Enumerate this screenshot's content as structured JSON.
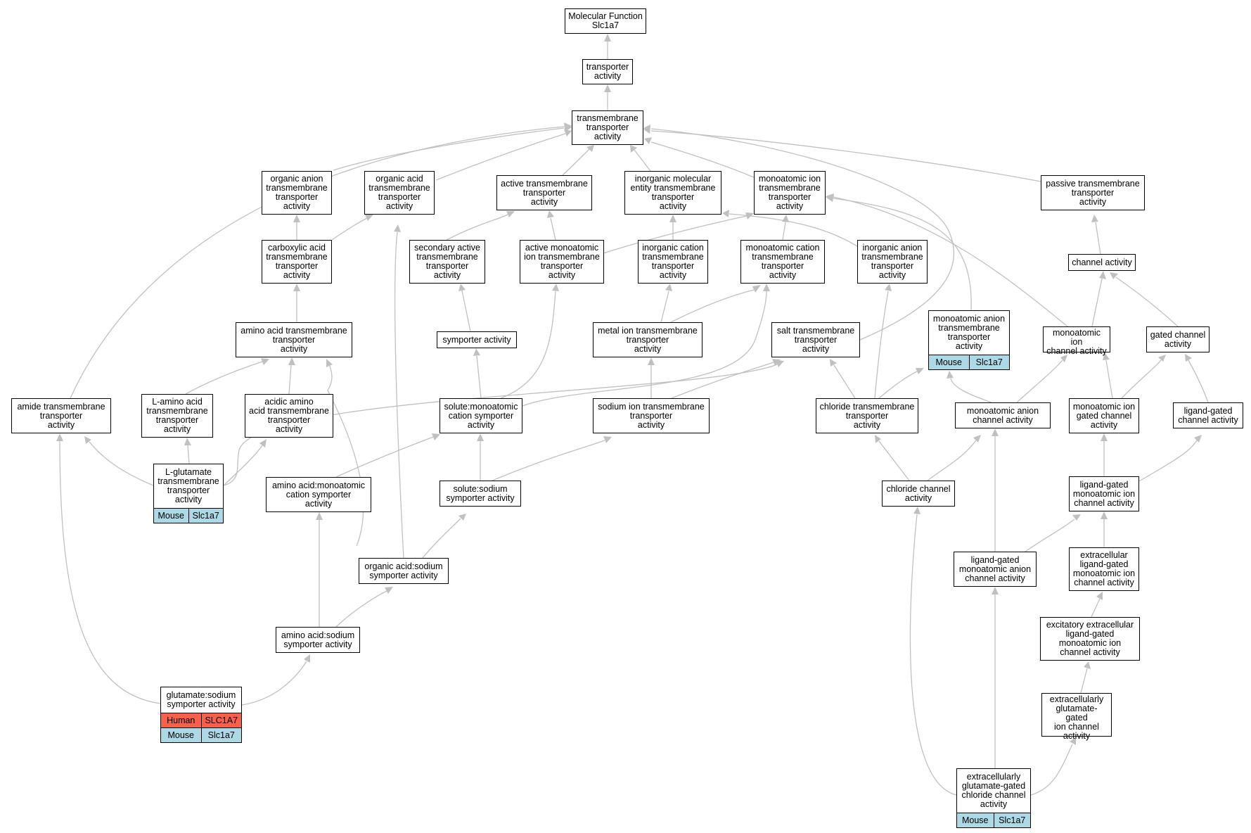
{
  "colors": {
    "human": "#f4614d",
    "mouse": "#add8e6",
    "edge": "#c0c0c0"
  },
  "nodes": [
    {
      "id": "mf",
      "label": "Molecular Function\nSlc1a7"
    },
    {
      "id": "ta",
      "label": "transporter\nactivity"
    },
    {
      "id": "tta",
      "label": "transmembrane\ntransporter\nactivity"
    },
    {
      "id": "oatta",
      "label": "organic anion\ntransmembrane\ntransporter\nactivity"
    },
    {
      "id": "oacidtta",
      "label": "organic acid\ntransmembrane\ntransporter\nactivity"
    },
    {
      "id": "acttta",
      "label": "active transmembrane\ntransporter\nactivity"
    },
    {
      "id": "inorgmol",
      "label": "inorganic molecular\nentity transmembrane\ntransporter\nactivity"
    },
    {
      "id": "monoion",
      "label": "monoatomic ion\ntransmembrane\ntransporter\nactivity"
    },
    {
      "id": "passive",
      "label": "passive transmembrane\ntransporter\nactivity"
    },
    {
      "id": "carbox",
      "label": "carboxylic acid\ntransmembrane\ntransporter\nactivity"
    },
    {
      "id": "secactive",
      "label": "secondary active\ntransmembrane\ntransporter\nactivity"
    },
    {
      "id": "actmono",
      "label": "active monoatomic\nion transmembrane\ntransporter\nactivity"
    },
    {
      "id": "inorgcat",
      "label": "inorganic cation\ntransmembrane\ntransporter\nactivity"
    },
    {
      "id": "monocat",
      "label": "monoatomic cation\ntransmembrane\ntransporter\nactivity"
    },
    {
      "id": "inorganion",
      "label": "inorganic anion\ntransmembrane\ntransporter\nactivity"
    },
    {
      "id": "channel",
      "label": "channel activity"
    },
    {
      "id": "aatta",
      "label": "amino acid transmembrane\ntransporter\nactivity"
    },
    {
      "id": "symporter",
      "label": "symporter activity"
    },
    {
      "id": "metal",
      "label": "metal ion transmembrane\ntransporter\nactivity"
    },
    {
      "id": "salt",
      "label": "salt transmembrane\ntransporter\nactivity"
    },
    {
      "id": "monoanion",
      "label": "monoatomic anion\ntransmembrane\ntransporter\nactivity",
      "annotations": [
        {
          "org": "Mouse",
          "gene": "Slc1a7"
        }
      ]
    },
    {
      "id": "monoionch",
      "label": "monoatomic ion\nchannel activity"
    },
    {
      "id": "gated",
      "label": "gated channel\nactivity"
    },
    {
      "id": "amide",
      "label": "amide transmembrane\ntransporter\nactivity"
    },
    {
      "id": "laa",
      "label": "L-amino acid\ntransmembrane\ntransporter\nactivity"
    },
    {
      "id": "acidicaa",
      "label": "acidic amino\nacid transmembrane\ntransporter\nactivity"
    },
    {
      "id": "solmonocat",
      "label": "solute:monoatomic\ncation symporter\nactivity"
    },
    {
      "id": "sodium",
      "label": "sodium ion transmembrane\ntransporter\nactivity"
    },
    {
      "id": "chloride",
      "label": "chloride transmembrane\ntransporter\nactivity"
    },
    {
      "id": "monoanionch",
      "label": "monoatomic anion\nchannel activity"
    },
    {
      "id": "monoiongated",
      "label": "monoatomic ion\ngated channel\nactivity"
    },
    {
      "id": "ligandgated",
      "label": "ligand-gated\nchannel activity"
    },
    {
      "id": "lglut",
      "label": "L-glutamate\ntransmembrane\ntransporter\nactivity",
      "annotations": [
        {
          "org": "Mouse",
          "gene": "Slc1a7"
        }
      ]
    },
    {
      "id": "aamonocat",
      "label": "amino acid:monoatomic\ncation symporter\nactivity"
    },
    {
      "id": "solsodium",
      "label": "solute:sodium\nsymporter activity"
    },
    {
      "id": "chloridech",
      "label": "chloride channel\nactivity"
    },
    {
      "id": "lgmonoion",
      "label": "ligand-gated\nmonoatomic ion\nchannel activity"
    },
    {
      "id": "oasodium",
      "label": "organic acid:sodium\nsymporter activity"
    },
    {
      "id": "lgmonoanion",
      "label": "ligand-gated\nmonoatomic anion\nchannel activity"
    },
    {
      "id": "extralg",
      "label": "extracellular\nligand-gated\nmonoatomic ion\nchannel activity"
    },
    {
      "id": "aasodium",
      "label": "amino acid:sodium\nsymporter activity"
    },
    {
      "id": "excit",
      "label": "excitatory extracellular\nligand-gated\nmonoatomic ion\nchannel activity"
    },
    {
      "id": "glusodium",
      "label": "glutamate:sodium\nsymporter activity",
      "annotations": [
        {
          "org": "Human",
          "gene": "SLC1A7"
        },
        {
          "org": "Mouse",
          "gene": "Slc1a7"
        }
      ]
    },
    {
      "id": "extraglu",
      "label": "extracellularly\nglutamate-gated\nion channel\nactivity"
    },
    {
      "id": "extraglucl",
      "label": "extracellularly\nglutamate-gated\nchloride channel\nactivity",
      "annotations": [
        {
          "org": "Mouse",
          "gene": "Slc1a7"
        }
      ]
    }
  ]
}
